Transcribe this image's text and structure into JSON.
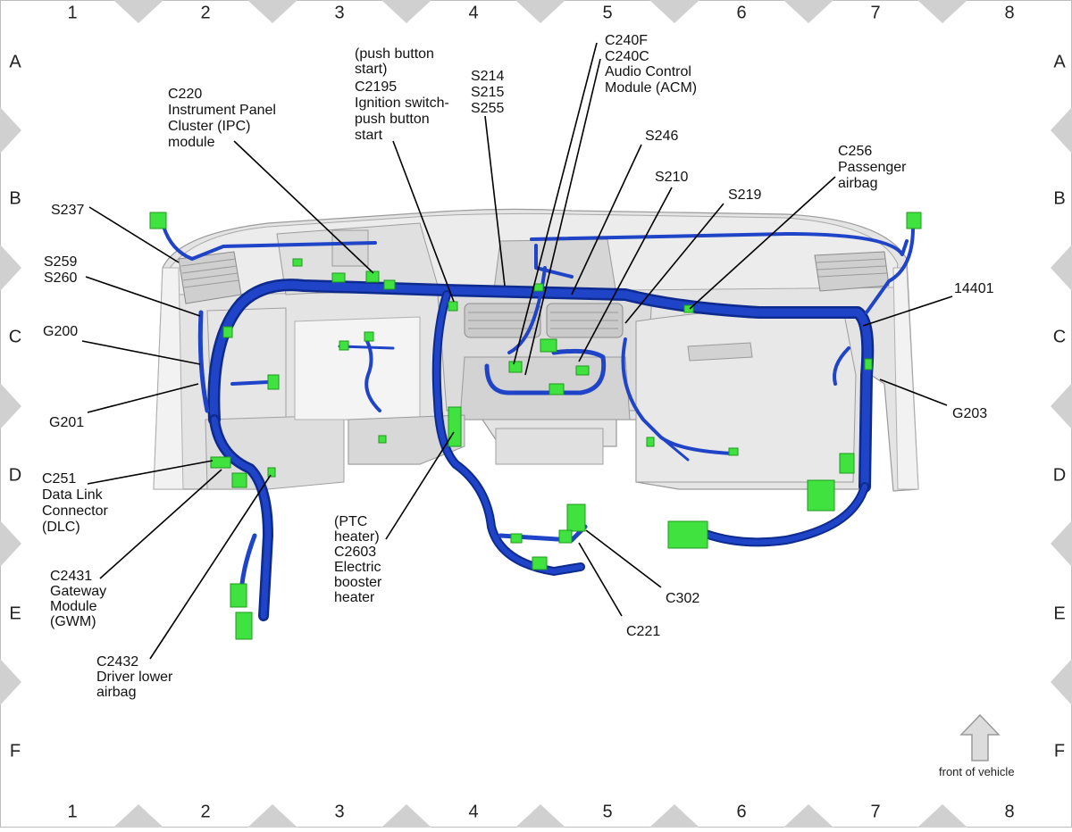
{
  "grid": {
    "columns": [
      "1",
      "2",
      "3",
      "4",
      "5",
      "6",
      "7",
      "8"
    ],
    "rows": [
      "A",
      "B",
      "C",
      "D",
      "E",
      "F"
    ]
  },
  "colors": {
    "harness": "#1f44c8",
    "harness_dark": "#0d2a8f",
    "connector": "#3fe23f",
    "panel": "#d9d9d9",
    "border_triangle": "#d0d0d0"
  },
  "labels": [
    {
      "id": "c220",
      "lines": [
        "C220",
        "Instrument Panel",
        "Cluster (IPC)",
        "module"
      ]
    },
    {
      "id": "c2195",
      "lines": [
        "(push button",
        "start)",
        "C2195",
        "Ignition switch-",
        "push button",
        "start"
      ]
    },
    {
      "id": "s214",
      "lines": [
        "S214",
        "S215",
        "S255"
      ]
    },
    {
      "id": "c240",
      "lines": [
        "C240F",
        "C240C",
        "Audio Control",
        "Module (ACM)"
      ]
    },
    {
      "id": "s246",
      "lines": [
        "S246"
      ]
    },
    {
      "id": "s210",
      "lines": [
        "S210"
      ]
    },
    {
      "id": "s219",
      "lines": [
        "S219"
      ]
    },
    {
      "id": "c256",
      "lines": [
        "C256",
        "Passenger",
        "airbag"
      ]
    },
    {
      "id": "s237",
      "lines": [
        "S237"
      ]
    },
    {
      "id": "s259",
      "lines": [
        "S259",
        "S260"
      ]
    },
    {
      "id": "g200",
      "lines": [
        "G200"
      ]
    },
    {
      "id": "g201",
      "lines": [
        "G201"
      ]
    },
    {
      "id": "c251",
      "lines": [
        "C251",
        "Data Link",
        "Connector",
        "(DLC)"
      ]
    },
    {
      "id": "c2431",
      "lines": [
        "C2431",
        "Gateway",
        "Module",
        "(GWM)"
      ]
    },
    {
      "id": "c2432",
      "lines": [
        "C2432",
        "Driver lower",
        "airbag"
      ]
    },
    {
      "id": "c2603",
      "lines": [
        "(PTC",
        "heater)",
        "C2603",
        "Electric",
        "booster",
        "heater"
      ]
    },
    {
      "id": "c302",
      "lines": [
        "C302"
      ]
    },
    {
      "id": "c221",
      "lines": [
        "C221"
      ]
    },
    {
      "id": "n14401",
      "lines": [
        "14401"
      ]
    },
    {
      "id": "g203",
      "lines": [
        "G203"
      ]
    }
  ],
  "direction": {
    "icon": "up-arrow-icon",
    "label": "front of vehicle"
  }
}
